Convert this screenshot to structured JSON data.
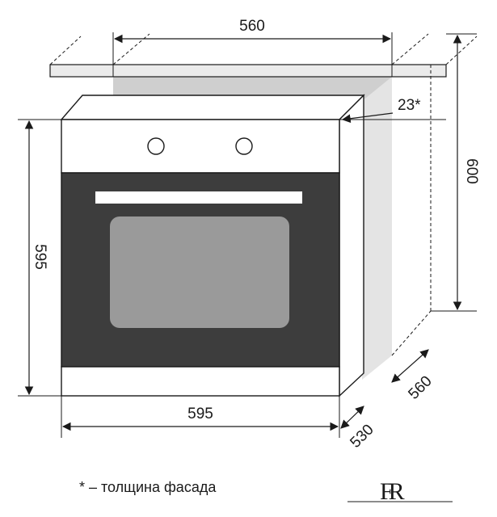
{
  "dimensions": {
    "niche_width": "560",
    "niche_height": "600",
    "niche_depth": "560",
    "oven_width": "595",
    "oven_height": "595",
    "oven_depth": "530",
    "facade_thickness": "23*"
  },
  "footnote": "* – толщина фасада",
  "logo_text": "FR",
  "colors": {
    "oven_door": "#3d3d3d",
    "oven_window": "#9a9a9a",
    "niche_back": "#cfcfcf",
    "cabinet_top": "#ebebeb",
    "line": "#1a1a1a"
  }
}
